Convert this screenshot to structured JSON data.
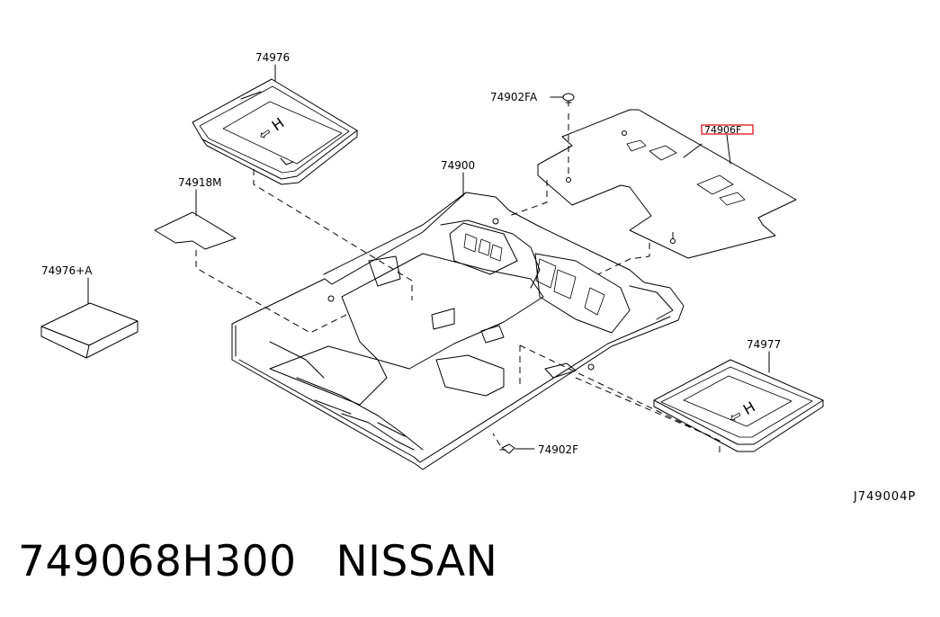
{
  "diagram": {
    "labels": {
      "mat_front_left": "74976",
      "mat_insulator": "74918M",
      "mat_pad": "74976+A",
      "floor_carpet": "74900",
      "clip_top": "74902FA",
      "rear_carpet": "74906F",
      "mat_rear": "74977",
      "clip_bottom": "74902F",
      "diagram_code": "J749004P"
    },
    "highlight_color": "#e00000"
  },
  "footer": {
    "part_number": "749068H300",
    "brand": "NISSAN"
  }
}
